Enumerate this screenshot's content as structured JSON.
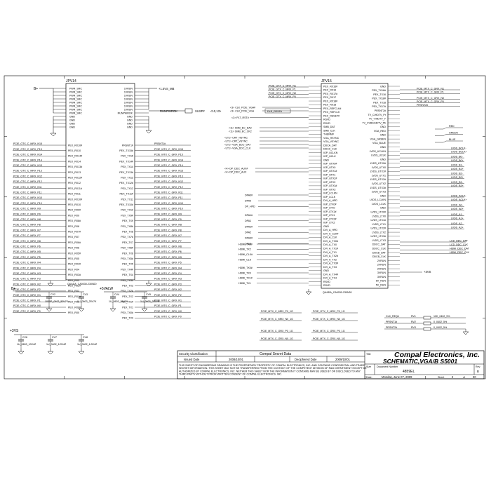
{
  "jpv14": {
    "ref": "JPV14",
    "part": "QUADA_CA0030-230N20",
    "left_power": [
      "PWR_SRC",
      "PWR_SRC",
      "PWR_SRC",
      "PWR_SRC",
      "PWR_SRC",
      "PWR_SRC",
      "PWR_SRC",
      "PWR_SRC",
      "GND",
      "GND",
      "GND",
      "GND"
    ],
    "right_power": [
      "1VRUN",
      "1VRUN",
      "1VRUN",
      "1VRUN",
      "1VRUN",
      "1VRUN",
      "1VRUN",
      "RUNPWROK",
      "GND",
      "GND",
      "GND",
      "GND"
    ],
    "left_pins": [
      "PEX_RX10#",
      "PEX_RX10",
      "PEX_RX14#",
      "PEX_RX14",
      "PEX_RX13#",
      "PEX_RX13",
      "PEX_RX12#",
      "PEX_RX12",
      "PEX_RX11#",
      "PEX_RX11",
      "PEX_RX10#",
      "PEX_RX10",
      "PEX_RX9#",
      "PEX_RX9",
      "PEX_RX8#",
      "PEX_RX8",
      "PEX_RX7#",
      "PEX_RX7",
      "PEX_RX6#",
      "PEX_RX6",
      "PEX_RX5#",
      "PEX_RX5",
      "PEX_RX4#",
      "PEX_RX4",
      "PEX_RX3#",
      "PEX_RX3",
      "PEX_RX2#",
      "PEX_RX2",
      "PEX_RX1#",
      "PEX_RX1",
      "PEX_RX0#",
      "PEX_RX0"
    ],
    "right_pins": [
      "PRSNT1#",
      "PEX_TX15#",
      "PEX_TX15",
      "PEX_TX14#",
      "PEX_TX14",
      "PEX_TX13#",
      "PEX_TX13",
      "PEX_TX12#",
      "PEX_TX12",
      "PEX_TX11#",
      "PEX_TX11",
      "PEX_TX10#",
      "PEX_TX10",
      "PEX_TX9#",
      "PEX_TX9",
      "PEX_TX8#",
      "PEX_TX8",
      "PEX_TX7#",
      "PEX_TX7",
      "PEX_TX6#",
      "PEX_TX6",
      "PEX_TX5#",
      "PEX_TX5",
      "PEX_TX4#",
      "PEX_TX4",
      "PEX_TX3#",
      "PEX_TX3",
      "PEX_TX2#",
      "PEX_TX2",
      "PEX_TX1#",
      "PEX_TX1",
      "PEX_TX0#",
      "PEX_TX0"
    ],
    "left_nets": [
      "PCIE_GTX_C_MRX_N15",
      "PCIE_GTX_C_MRX_P15",
      "PCIE_GTX_C_MRX_N14",
      "PCIE_GTX_C_MRX_P14",
      "PCIE_GTX_C_MRX_N13",
      "PCIE_GTX_C_MRX_P13",
      "PCIE_GTX_C_MRX_N12",
      "PCIE_GTX_C_MRX_P12",
      "PCIE_GTX_C_MRX_N11",
      "PCIE_GTX_C_MRX_P11",
      "PCIE_GTX_C_MRX_N10",
      "PCIE_GTX_C_MRX_P10",
      "PCIE_GTX_C_MRX_N9",
      "PCIE_GTX_C_MRX_P9",
      "PCIE_GTX_C_MRX_N8",
      "PCIE_GTX_C_MRX_P8",
      "PCIE_GTX_C_MRX_N7",
      "PCIE_GTX_C_MRX_P7",
      "PCIE_GTX_C_MRX_N6",
      "PCIE_GTX_C_MRX_P6",
      "PCIE_GTX_C_MRX_N5",
      "PCIE_GTX_C_MRX_P5",
      "PCIE_GTX_C_MRX_N4",
      "PCIE_GTX_C_MRX_P4",
      "PCIE_GTX_C_MRX_N3",
      "PCIE_GTX_C_MRX_P3",
      "PCIE_GTX_C_MRX_N2",
      "PCIE_GTX_C_MRX_P2",
      "PCIE_GTX_C_MRX_N1",
      "PCIE_GTX_C_MRX_P1",
      "PCIE_GTX_C_MRX_N0",
      "PCIE_GTX_C_MRX_P0"
    ],
    "right_nets": [
      "PRSNT1#",
      "PCIE_MTX_C_GRX_N15",
      "PCIE_MTX_C_GRX_P15",
      "PCIE_MTX_C_GRX_N14",
      "PCIE_MTX_C_GRX_P14",
      "PCIE_MTX_C_GRX_N13",
      "PCIE_MTX_C_GRX_P13",
      "PCIE_MTX_C_GRX_N12",
      "PCIE_MTX_C_GRX_P12",
      "PCIE_MTX_C_GRX_N11",
      "PCIE_MTX_C_GRX_P11",
      "PCIE_MTX_C_GRX_N10",
      "PCIE_MTX_C_GRX_P10",
      "PCIE_MTX_C_GRX_N9",
      "PCIE_MTX_C_GRX_P9",
      "PCIE_MTX_C_GRX_N8",
      "PCIE_MTX_C_GRX_P8",
      "PCIE_MTX_C_GRX_N7",
      "PCIE_MTX_C_GRX_P7",
      "PCIE_MTX_C_GRX_N6",
      "PCIE_MTX_C_GRX_P6",
      "PCIE_MTX_C_GRX_N5",
      "PCIE_MTX_C_GRX_P5",
      "PCIE_MTX_C_GRX_N4",
      "PCIE_MTX_C_GRX_P4",
      "PCIE_MTX_C_GRX_N3",
      "PCIE_MTX_C_GRX_P3",
      "PCIE_MTX_C_GRX_N2",
      "PCIE_MTX_C_GRX_P2",
      "PCIE_MTX_C_GRX_N1",
      "PCIE_MTX_C_GRX_P1",
      "PCIE_MTX_C_GRX_N0",
      "PCIE_MTX_C_GRX_P0"
    ],
    "power_in": "B+",
    "v15": "+1.5VS_MB",
    "runpwrok_net": "RUNPWROK",
    "susp": "SUSP#",
    "susp_ref": "<10,13>"
  },
  "jpv15": {
    "ref": "JPV15",
    "part": "QUADA_CA0030-230N20",
    "left_pins": [
      "PEX_RX16#",
      "PEX_RX16",
      "PEX_RX17#",
      "PEX_RX17",
      "PEX_RX18#",
      "PEX_RX18",
      "PEX_REFCLK#",
      "PEX_REFCLK",
      "PEX_RESET#",
      "RSVD",
      "RSVD",
      "SMB_DAT",
      "SMB_CLK",
      "THERM#",
      "VGA_HSYNC",
      "VGA_VSYNC",
      "DDCA_DAT",
      "DDCA_CLK",
      "IGP_UCLKN",
      "IGP_UCLK",
      "GND",
      "IGP_UTX0#",
      "IGP_UTX0",
      "IGP_UTX1#",
      "IGP_UTX1",
      "IGP_UTX2#",
      "IGP_UTX2",
      "IGP_UTX3#",
      "IGP_UTX3",
      "IGP_LCLKN",
      "IGP_LCLK",
      "DVI_A_HPD",
      "IGP_LTX0#",
      "IGP_LTX0",
      "IGP_LTX1#",
      "IGP_LTX1",
      "IGP_LTX2#",
      "IGP_LTX2",
      "GND",
      "DVI_A_HPD",
      "DVI_A_CLK#",
      "DVI_A_CLK",
      "DVI_A_TX0#",
      "DVI_A_TX0",
      "DVI_A_TX1#",
      "DVI_A_TX1",
      "DVI_A_TX2#",
      "DVI_A_TX2",
      "DVI_A_TX3#",
      "DVI_A_TX3",
      "GND",
      "DVI_A_TX4#",
      "DVI_A_TX4",
      "RSVD",
      "RSVD"
    ],
    "right_pins": [
      "GND",
      "PEX_TX16#",
      "PEX_TX16",
      "PEX_TX18#",
      "PEX_TX18",
      "PEX_TX17#",
      "PRSNT2#",
      "TV_C/HDTV_Pr",
      "TV_Y/HDTV_Y",
      "TV_CVBS/HDTV_Pb",
      "GND",
      "VGA_RED",
      "GND",
      "VGA_GREEN",
      "VGA_BLUE",
      "GND",
      "LVDS_UCLKN",
      "LVDS_UCLK",
      "GND",
      "LVDS_UTX0#",
      "LVDS_UTX0",
      "LVDS_UTX1#",
      "LVDS_UTX1",
      "LVDS_UTX2#",
      "LVDS_UTX2",
      "LVDS_UTX3#",
      "LVDS_UTX3",
      "GND",
      "LVDS_LCLKN",
      "LVDS_LCLK",
      "GND",
      "LVDS_LTX0#",
      "LVDS_LTX0",
      "LVDS_LTX1#",
      "LVDS_LTX1",
      "LVDS_LTX2#",
      "LVDS_LTX2",
      "LVDS_LTX3#",
      "LVDS_LTX3",
      "DDCC_DAT",
      "DDCC_CLK",
      "DDCB_DAT",
      "DDCB_CLK",
      "2VRUN",
      "2VRUN",
      "2VRUN",
      "3VRUN",
      "3VRUN",
      "5V_RUN",
      "5V_RUN"
    ],
    "left_nets_top": [
      "PCIE_GTX_C_MRX_N1",
      "PCIE_GTX_C_MRX_P1",
      "PCIE_GTX_C_MRX_N0",
      "PCIE_GTX_C_MRX_P0"
    ],
    "clk_nets": [
      "<3> CLK_PCIE_VGA#",
      "<3> CLK_PCIE_VGA"
    ],
    "plt_rst": "<3> PLT_RST#",
    "dlr_resp": "DLR_RESP#",
    "smb_nets": [
      "<11> SMB_EC_DA2",
      "<11> SMB_EC_CK2"
    ],
    "crt_nets": [
      "<LT1> CRT_HSYNC",
      "<LT1> CRT_VSYNC",
      "<LT1> VGA_DDC_DAT",
      "<LT1> VGA_DDC_CLK"
    ],
    "dp_aux": [
      "<4> DP_DDC_AUX#",
      "<4> DP_DDC_AUX"
    ],
    "dp_nets": [
      "DPA0#",
      "DPA0",
      "DP_HPD",
      "DPA1#",
      "DPA1",
      "DPA2#",
      "DPA2",
      "DPA3#",
      "DPA3"
    ],
    "hdmi_nets": [
      "HDMI_TX2#",
      "HDMI_TX2",
      "HDMI_CLK#",
      "HDMI_CLK",
      "HDMI_TX0#",
      "HDMI_TX0",
      "HDMI_TX1#",
      "HDMI_TX1"
    ],
    "right_nets_top": [
      "PCIE_MTX_C_GRX_N1",
      "PCIE_MTX_C_GRX_P1",
      "PCIE_MTX_C_GRX_N0",
      "PCIE_MTX_C_GRX_P0",
      "PRSNT2#"
    ],
    "color_nets": [
      "RED",
      "GREEN",
      "BLUE"
    ],
    "lvds_u": [
      "LVDS_BCLK-",
      "LVDS_BCLK+",
      "LVDS_B0-",
      "LVDS_B0+",
      "LVDS_B1-",
      "LVDS_B1+",
      "LVDS_B2-",
      "LVDS_B2+",
      "LVDS_B3-",
      "LVDS_B3+"
    ],
    "lvds_l": [
      "LVDS_ACLK-",
      "LVDS_ACLK+",
      "LVDS_A0-",
      "LVDS_A0+",
      "LVDS_A1-",
      "LVDS_A1+",
      "LVDS_A2-",
      "LVDS_A2+"
    ],
    "ddc_nets": [
      "LCD_DDC_DAT",
      "LCD_DDC_CLK",
      "HDMI_DDC_DAT",
      "HDMI_DDC_CLK"
    ],
    "v3": "+3VS"
  },
  "caps": {
    "b_plus": "B+",
    "run": "+5VALW",
    "v3": "+3VS",
    "items": [
      {
        "ref": "CV2",
        "val": "1000P_0402_50V7K"
      },
      {
        "ref": "CV3",
        "val": "1U_0603_25V7K"
      },
      {
        "ref": "CV4",
        "val": "1U_0603_25V7K"
      },
      {
        "ref": "CV5",
        "val": "1U_0603_25V7K"
      },
      {
        "ref": "CV6",
        "val": "1U_0603_10V4Z"
      },
      {
        "ref": "CV7",
        "val": "1U_0402_6.3V4Z"
      },
      {
        "ref": "CV8",
        "val": "1U_0402_6.3V4Z"
      }
    ]
  },
  "nets_mid": [
    [
      "PCIE_MTX_C_MRX_P0_1G",
      "PCIE_GTX_C_MRX_P0_1G"
    ],
    [
      "PCIE_MTX_C_MRX_N0_1G",
      "PCIE_GTX_C_MRX_N0_1G"
    ],
    [
      "PCIE_MTX_C_GRX_P0_1G",
      "PCIE_MTX_C_GRX_P0_1G"
    ],
    [
      "PCIE_MTX_C_GRX_N0_1G",
      "PCIE_MTX_C_GRX_N0_1G"
    ]
  ],
  "resistors": [
    {
      "net": "CLK_REQ#",
      "ref": "RV1",
      "val": "10K_0402_5%"
    },
    {
      "net": "PRSNT1#",
      "ref": "RV2",
      "val": "0_0402_5%"
    },
    {
      "net": "PRSNT2#",
      "ref": "RV3",
      "val": "0_0402_5%"
    }
  ],
  "title_block": {
    "sec_label": "Security Classification",
    "sec_value": "Compal Secret Data",
    "issued_label": "Issued Date",
    "issued_value": "2008/10/01",
    "deciphered_label": "Deciphered Date",
    "deciphered_value": "2009/10/01",
    "title_label": "Title",
    "company": "Compal Electronics, Inc.",
    "schematic": "SCHEMATIC,VGA/B S5001",
    "size_label": "Size",
    "doc_label": "Document Number",
    "doc_value": "4859EL",
    "rev_label": "Rev",
    "rev_value": "B",
    "date_label": "Date:",
    "date_value": "Monday, June 07, 2009",
    "sheet_label": "Sheet",
    "sheet_num": "2",
    "of_label": "of",
    "sheet_total": "30",
    "notice": "THIS SHEET OF ENGINEERING DRAWING IS THE PROPRIETARY PROPERTY OF COMPAL ELECTRONICS, INC. AND CONTAINS CONFIDENTIAL AND TRADE SECRET INFORMATION. THIS SHEET MAY NOT BE TRANSFERRED FROM THE CUSTODY OF THE COMPETENT DIVISION OF R&D DEPARTMENT EXCEPT AS AUTHORIZED BY COMPAL ELECTRONICS, INC. NEITHER THIS SHEET NOR THE INFORMATION IT CONTAINS MAY BE USED BY OR DISCLOSED TO ANY THIRD PARTY WITHOUT PRIOR WRITTEN CONSENT OF COMPAL ELECTRONICS, INC."
  }
}
